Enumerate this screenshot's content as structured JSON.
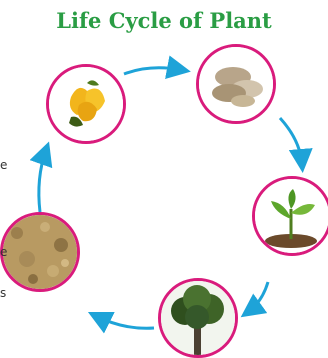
{
  "title": "Life Cycle of Plant",
  "colors": {
    "title": "#2a9d44",
    "ring": "#d91b7c",
    "arrow": "#1ea3d8"
  },
  "stages": [
    {
      "name": "fruit-icon"
    },
    {
      "name": "seeds-icon"
    },
    {
      "name": "seedling-icon"
    },
    {
      "name": "tree-icon"
    },
    {
      "name": "soil-icon"
    }
  ],
  "side_text": [
    "e",
    "e",
    "s"
  ]
}
